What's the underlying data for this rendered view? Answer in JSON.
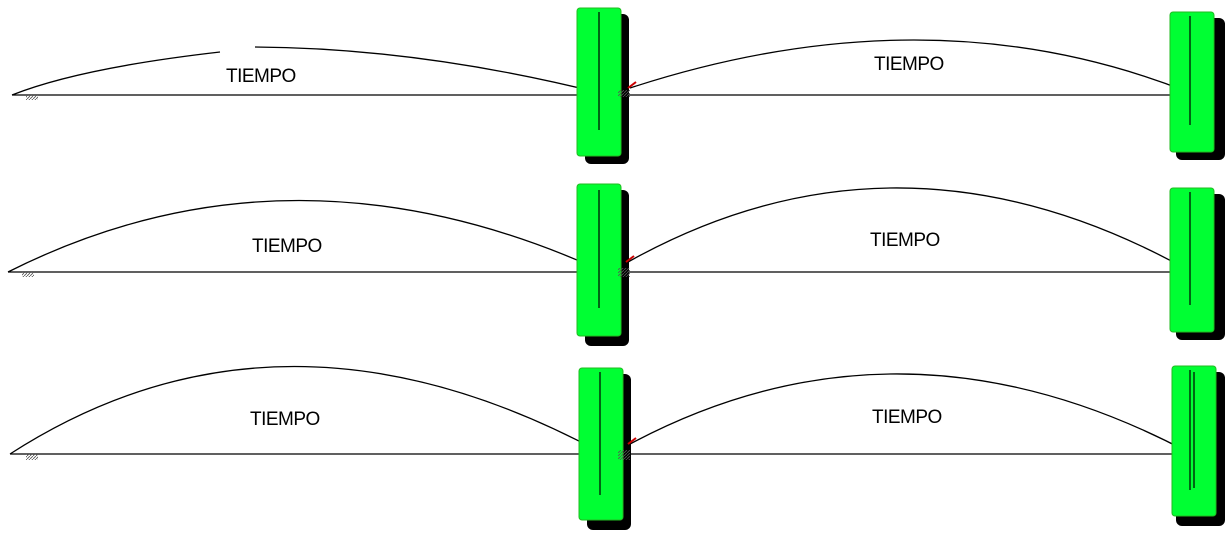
{
  "diagram": {
    "label": "TIEMPO",
    "colors": {
      "bar_fill": "#00ff33",
      "bar_shadow": "#000000",
      "bar_edge": "#33cc33",
      "line": "#000000",
      "arrow_tip": "#cc0000",
      "background": "#ffffff"
    },
    "rows": [
      {
        "id": "row-1",
        "segments": [
          {
            "label": "TIEMPO"
          },
          {
            "label": "TIEMPO"
          }
        ]
      },
      {
        "id": "row-2",
        "segments": [
          {
            "label": "TIEMPO"
          },
          {
            "label": "TIEMPO"
          }
        ]
      },
      {
        "id": "row-3",
        "segments": [
          {
            "label": "TIEMPO"
          },
          {
            "label": "TIEMPO"
          }
        ]
      }
    ]
  }
}
